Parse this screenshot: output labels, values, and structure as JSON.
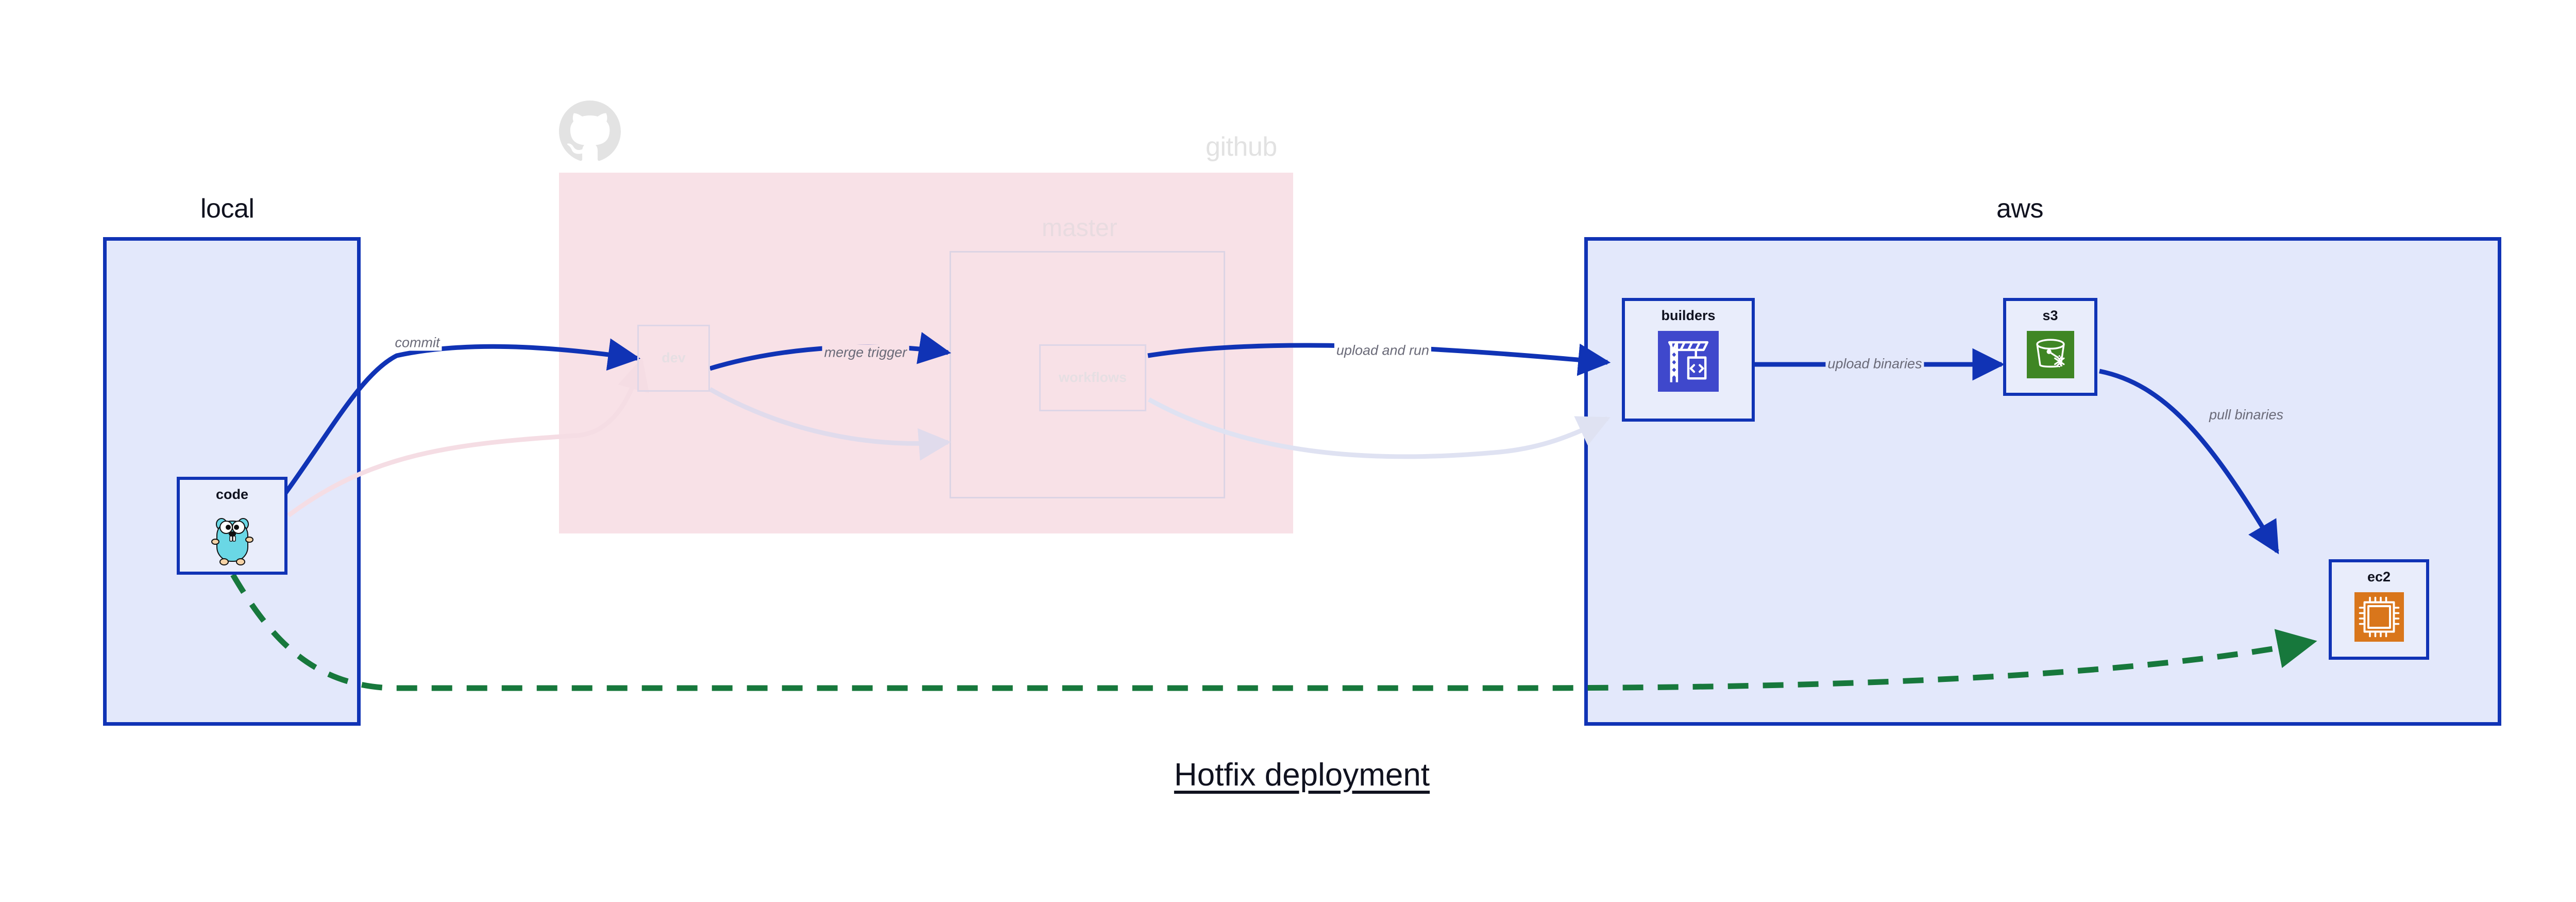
{
  "title": "Hotfix deployment",
  "colors": {
    "group_border_blue": "#1033b5",
    "group_fill_blue": "#e3e8fb",
    "github_fill_pink": "#f8e1e7",
    "edge_blue": "#1033b5",
    "edge_green": "#17783c",
    "faded_purple": "#ded6e7",
    "label_gray": "#6a6a78",
    "codebuild_blue": "#3f48cc",
    "s3_green": "#3f8624",
    "ec2_orange": "#d9761b",
    "gopher_cyan": "#6ad7e5"
  },
  "groups": [
    {
      "id": "local",
      "label": "local",
      "faded": false
    },
    {
      "id": "github",
      "label": "github",
      "faded": true
    },
    {
      "id": "aws",
      "label": "aws",
      "faded": false
    }
  ],
  "subgroups": [
    {
      "id": "master",
      "label": "master",
      "parent": "github",
      "faded": true
    }
  ],
  "nodes": [
    {
      "id": "code",
      "label": "code",
      "group": "local",
      "icon": "go-gopher-icon",
      "faded": false
    },
    {
      "id": "dev",
      "label": "dev",
      "group": "github",
      "icon": "none",
      "faded": true
    },
    {
      "id": "workflows",
      "label": "workflows",
      "group": "master",
      "icon": "none",
      "faded": true
    },
    {
      "id": "builders",
      "label": "builders",
      "group": "aws",
      "icon": "aws-codebuild-icon",
      "faded": false
    },
    {
      "id": "s3",
      "label": "s3",
      "group": "aws",
      "icon": "aws-s3-glacier-icon",
      "faded": false
    },
    {
      "id": "ec2",
      "label": "ec2",
      "group": "aws",
      "icon": "aws-ec2-icon",
      "faded": false
    }
  ],
  "edges": [
    {
      "id": "commit",
      "from": "code",
      "to": "dev",
      "label": "commit",
      "style": "solid",
      "color": "#1033b5",
      "label_bg": "white"
    },
    {
      "id": "merge-trigger",
      "from": "dev",
      "to": "workflows",
      "label": "merge trigger",
      "style": "solid",
      "color": "#1033b5",
      "label_bg": "pink"
    },
    {
      "id": "upload-and-run",
      "from": "workflows",
      "to": "builders",
      "label": "upload and run",
      "style": "solid",
      "color": "#1033b5",
      "label_bg": "white"
    },
    {
      "id": "upload-binaries",
      "from": "builders",
      "to": "s3",
      "label": "upload binaries",
      "style": "solid",
      "color": "#1033b5",
      "label_bg": "blue"
    },
    {
      "id": "pull-binaries",
      "from": "s3",
      "to": "ec2",
      "label": "pull binaries",
      "style": "solid",
      "color": "#1033b5",
      "label_bg": "blue"
    },
    {
      "id": "hotfix-direct",
      "from": "code",
      "to": "ec2",
      "label": "",
      "style": "dashed",
      "color": "#17783c",
      "label_bg": "none"
    },
    {
      "id": "faded-code-dev",
      "from": "code",
      "to": "dev",
      "label": "",
      "style": "solid",
      "color": "#f5dde4",
      "label_bg": "none"
    },
    {
      "id": "faded-dev-workflows",
      "from": "dev",
      "to": "workflows",
      "label": "",
      "style": "solid",
      "color": "#e0dbec",
      "label_bg": "none"
    },
    {
      "id": "faded-workflows-builders",
      "from": "workflows",
      "to": "builders",
      "label": "",
      "style": "solid",
      "color": "#dfe2f2",
      "label_bg": "none"
    }
  ],
  "icon_names": {
    "github": "github-octocat-icon",
    "code": "go-gopher-icon",
    "builders": "aws-codebuild-icon",
    "s3": "aws-s3-glacier-icon",
    "ec2": "aws-ec2-icon"
  }
}
